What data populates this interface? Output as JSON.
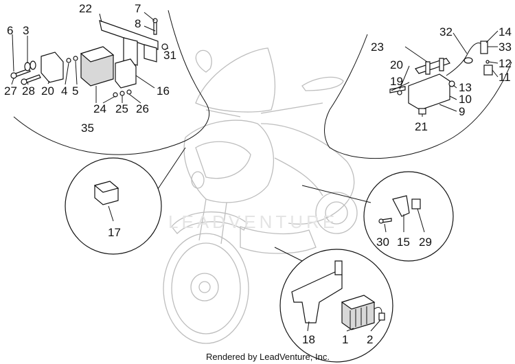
{
  "watermark": "LEADVENTURE",
  "footer": "Rendered by LeadVenture, Inc.",
  "callouts": {
    "c1": "1",
    "c2": "2",
    "c3": "3",
    "c4": "4",
    "c5": "5",
    "c6": "6",
    "c7": "7",
    "c8": "8",
    "c9": "9",
    "c10": "10",
    "c11": "11",
    "c12": "12",
    "c13": "13",
    "c14": "14",
    "c15": "15",
    "c16": "16",
    "c17": "17",
    "c18": "18",
    "c19": "19",
    "c20a": "20",
    "c20b": "20",
    "c21": "21",
    "c22": "22",
    "c23": "23",
    "c24": "24",
    "c25": "25",
    "c26": "26",
    "c27": "27",
    "c28": "28",
    "c29": "29",
    "c30": "30",
    "c31": "31",
    "c32": "32",
    "c33": "33",
    "c35": "35"
  }
}
